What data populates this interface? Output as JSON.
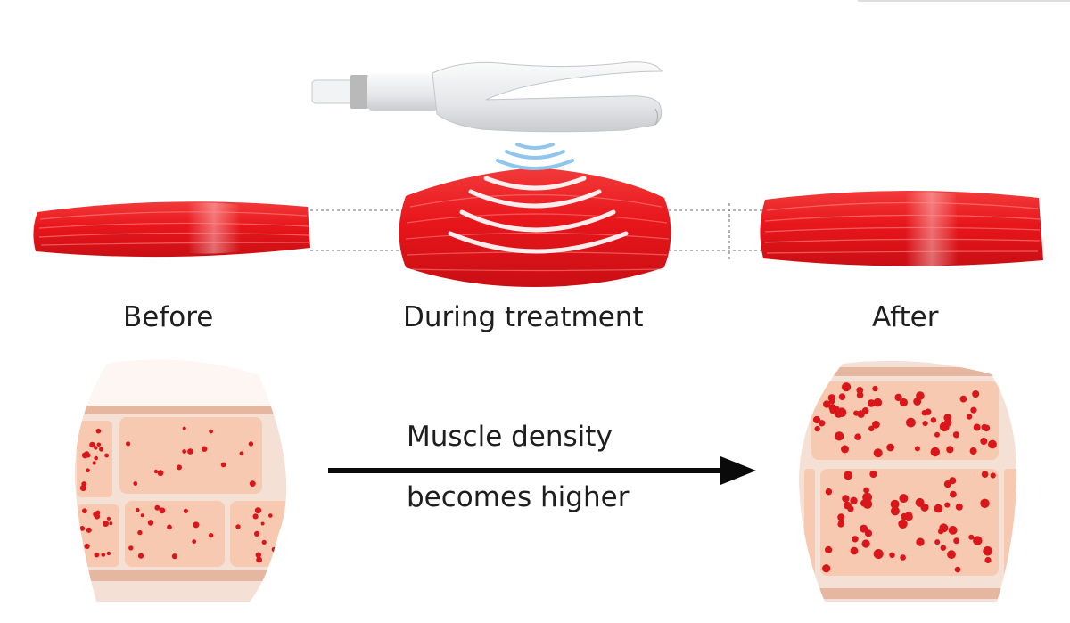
{
  "stages": {
    "before": "Before",
    "during": "During treatment",
    "after": "After"
  },
  "density_caption": {
    "line1": "Muscle density",
    "line2": "becomes higher"
  },
  "colors": {
    "muscle": "#e8161b",
    "muscle_highlight": "#ff9a9a",
    "fat_tissue": "#f6c9b0",
    "fat_border": "#f4e4dc",
    "fiber_dots": "#d9161a",
    "waves": "#8fc6ee",
    "arrow": "#0a0a0a"
  },
  "icons": {
    "device": "handpiece-applicator-icon",
    "arrow": "arrow-right-icon"
  }
}
